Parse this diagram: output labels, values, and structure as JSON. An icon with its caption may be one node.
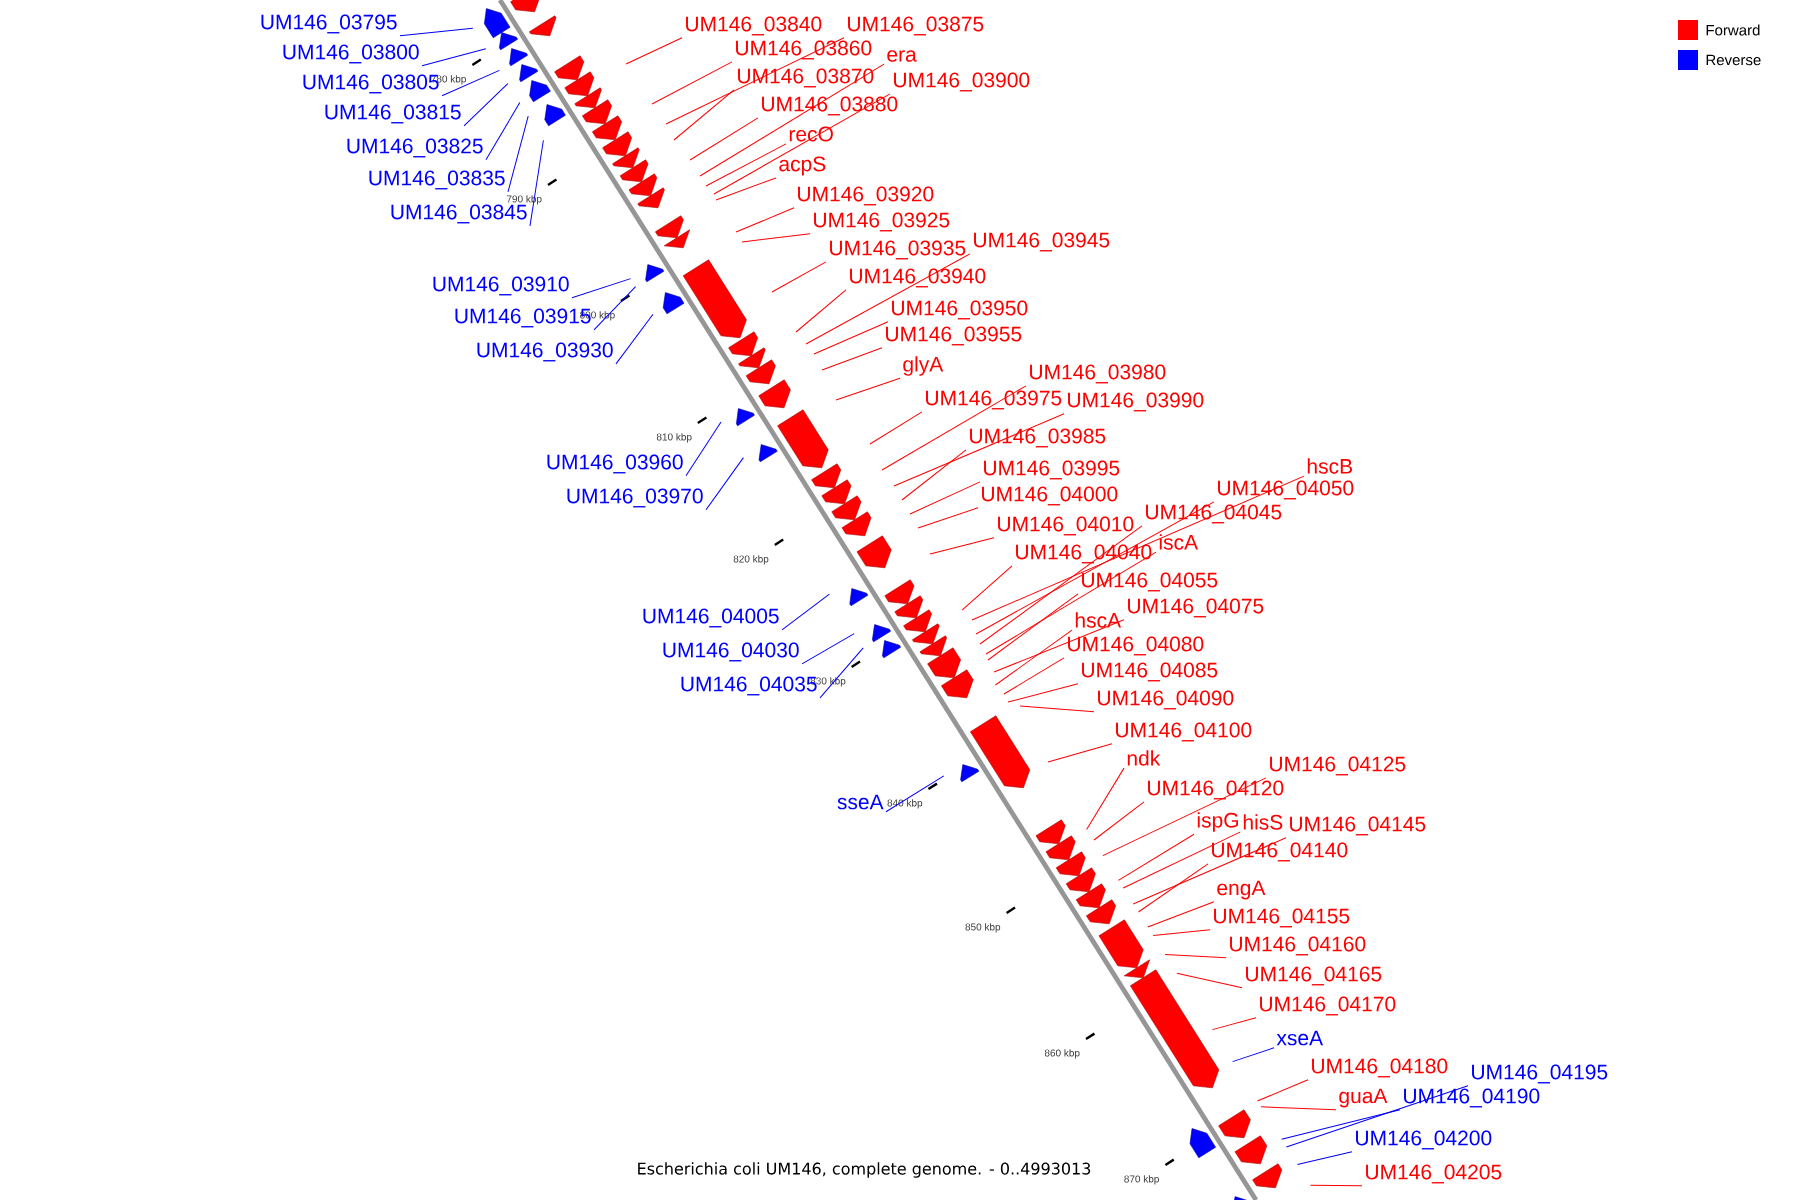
{
  "diagram": {
    "caption": "Escherichia coli UM146, complete genome. - 0..4993013",
    "nodes": [
      {
        "text": [
          "UM146_03795"
        ]
      },
      {
        "text": [
          "UM146_03840"
        ]
      },
      {
        "text": [
          "UM146_03875"
        ]
      },
      {
        "text": [
          "UM146_03860"
        ]
      },
      {
        "text": [
          "UM146_03800"
        ]
      },
      {
        "text": [
          "era"
        ]
      },
      {
        "text": [
          "UM146_03870"
        ]
      },
      {
        "text": [
          "UM146_03900"
        ]
      },
      {
        "text": [
          "UM146_03805"
        ]
      },
      {
        "text": [
          "UM146_03880"
        ]
      },
      {
        "text": [
          "UM146_03815"
        ]
      },
      {
        "text": [
          "recO"
        ]
      },
      {
        "text": [
          "UM146_03825"
        ]
      },
      {
        "text": [
          "acpS"
        ]
      },
      {
        "text": [
          "UM146_03835"
        ]
      },
      {
        "text": [
          "UM146_03920"
        ]
      },
      {
        "text": [
          "UM146_03845"
        ]
      },
      {
        "text": [
          "UM146_03925"
        ]
      },
      {
        "text": [
          "UM146_03945"
        ]
      },
      {
        "text": [
          "UM146_03935"
        ]
      },
      {
        "text": [
          "UM146_03940"
        ]
      },
      {
        "text": [
          "UM146_03910"
        ]
      },
      {
        "text": [
          "UM146_03950"
        ]
      },
      {
        "text": [
          "UM146_03915"
        ]
      },
      {
        "text": [
          "UM146_03955"
        ]
      },
      {
        "text": [
          "UM146_03930"
        ]
      },
      {
        "text": [
          "glyA"
        ]
      },
      {
        "text": [
          "UM146_03980"
        ]
      },
      {
        "text": [
          "UM146_03975"
        ]
      },
      {
        "text": [
          "UM146_03990"
        ]
      },
      {
        "text": [
          "UM146_03985"
        ]
      },
      {
        "text": [
          "UM146_03960"
        ]
      },
      {
        "text": [
          "hscB"
        ]
      },
      {
        "text": [
          "UM146_03995"
        ]
      },
      {
        "text": [
          "UM146_04050"
        ]
      },
      {
        "text": [
          "UM146_04000"
        ]
      },
      {
        "text": [
          "UM146_03970"
        ]
      },
      {
        "text": [
          "UM146_04045"
        ]
      },
      {
        "text": [
          "UM146_04010"
        ]
      },
      {
        "text": [
          "iscA"
        ]
      },
      {
        "text": [
          "UM146_04040"
        ]
      },
      {
        "text": [
          "UM146_04055"
        ]
      },
      {
        "text": [
          "UM146_04075"
        ]
      },
      {
        "text": [
          "UM146_04005"
        ]
      },
      {
        "text": [
          "hscA"
        ]
      },
      {
        "text": [
          "UM146_04080"
        ]
      },
      {
        "text": [
          "UM146_04030"
        ]
      },
      {
        "text": [
          "UM146_04085"
        ]
      },
      {
        "text": [
          "UM146_04035"
        ]
      },
      {
        "text": [
          "UM146_04090"
        ]
      },
      {
        "text": [
          "UM146_04100"
        ]
      },
      {
        "text": [
          "ndk"
        ]
      },
      {
        "text": [
          "UM146_04125"
        ]
      },
      {
        "text": [
          "UM146_04120"
        ]
      },
      {
        "text": [
          "sseA"
        ]
      },
      {
        "text": [
          "ispG"
        ]
      },
      {
        "text": [
          "hisS"
        ]
      },
      {
        "text": [
          "UM146_04145"
        ]
      },
      {
        "text": [
          "UM146_04140"
        ]
      },
      {
        "text": [
          "engA"
        ]
      },
      {
        "text": [
          "UM146_04155"
        ]
      },
      {
        "text": [
          "UM146_04160"
        ]
      },
      {
        "text": [
          "UM146_04165"
        ]
      },
      {
        "text": [
          "UM146_04170"
        ]
      },
      {
        "text": [
          "xseA"
        ]
      },
      {
        "text": [
          "UM146_04180"
        ]
      },
      {
        "text": [
          "UM146_04195"
        ]
      },
      {
        "text": [
          "UM146_04190"
        ]
      },
      {
        "text": [
          "guaA"
        ]
      },
      {
        "text": [
          "UM146_04200"
        ]
      },
      {
        "text": [
          "UM146_04205"
        ]
      }
    ],
    "edges": [
      {
        "from": 0,
        "to": null,
        "arrow": "none",
        "color": "#0000ff"
      },
      {
        "from": 1,
        "to": null,
        "arrow": "none"
      },
      {
        "from": 2,
        "to": null,
        "arrow": "none"
      },
      {
        "from": 3,
        "to": null,
        "arrow": "none"
      },
      {
        "from": 4,
        "to": null,
        "arrow": "none",
        "color": "#0000ff"
      },
      {
        "from": 5,
        "to": null,
        "arrow": "none"
      },
      {
        "from": 6,
        "to": null,
        "arrow": "none"
      },
      {
        "from": 7,
        "to": null,
        "arrow": "none"
      },
      {
        "from": 8,
        "to": null,
        "arrow": "none",
        "color": "#0000ff"
      },
      {
        "from": 9,
        "to": null,
        "arrow": "none"
      },
      {
        "from": 10,
        "to": null,
        "arrow": "none",
        "color": "#0000ff"
      },
      {
        "from": 11,
        "to": null,
        "arrow": "none"
      },
      {
        "from": 12,
        "to": null,
        "arrow": "none",
        "color": "#0000ff"
      },
      {
        "from": 13,
        "to": null,
        "arrow": "none"
      },
      {
        "from": 14,
        "to": null,
        "arrow": "none",
        "color": "#0000ff"
      },
      {
        "from": 15,
        "to": null,
        "arrow": "none"
      },
      {
        "from": 16,
        "to": null,
        "arrow": "none",
        "color": "#0000ff"
      },
      {
        "from": 17,
        "to": null,
        "arrow": "none"
      },
      {
        "from": 18,
        "to": null,
        "arrow": "none"
      },
      {
        "from": 19,
        "to": null,
        "arrow": "none"
      },
      {
        "from": 20,
        "to": null,
        "arrow": "none"
      },
      {
        "from": 21,
        "to": null,
        "arrow": "none",
        "color": "#0000ff"
      },
      {
        "from": 22,
        "to": null,
        "arrow": "none"
      },
      {
        "from": 23,
        "to": null,
        "arrow": "none",
        "color": "#0000ff"
      },
      {
        "from": 24,
        "to": null,
        "arrow": "none"
      },
      {
        "from": 25,
        "to": null,
        "arrow": "none",
        "color": "#0000ff"
      },
      {
        "from": 26,
        "to": null,
        "arrow": "none"
      },
      {
        "from": 27,
        "to": null,
        "arrow": "none"
      },
      {
        "from": 28,
        "to": null,
        "arrow": "none"
      },
      {
        "from": 29,
        "to": null,
        "arrow": "none"
      },
      {
        "from": 30,
        "to": null,
        "arrow": "none"
      },
      {
        "from": 31,
        "to": null,
        "arrow": "none",
        "color": "#0000ff"
      },
      {
        "from": 32,
        "to": null,
        "arrow": "none"
      },
      {
        "from": 33,
        "to": null,
        "arrow": "none"
      },
      {
        "from": 34,
        "to": null,
        "arrow": "none"
      },
      {
        "from": 35,
        "to": null,
        "arrow": "none"
      },
      {
        "from": 36,
        "to": null,
        "arrow": "none",
        "color": "#0000ff"
      },
      {
        "from": 37,
        "to": null,
        "arrow": "none"
      },
      {
        "from": 38,
        "to": null,
        "arrow": "none"
      },
      {
        "from": 39,
        "to": null,
        "arrow": "none"
      },
      {
        "from": 40,
        "to": null,
        "arrow": "none"
      },
      {
        "from": 41,
        "to": null,
        "arrow": "none"
      },
      {
        "from": 42,
        "to": null,
        "arrow": "none"
      },
      {
        "from": 43,
        "to": null,
        "arrow": "none",
        "color": "#0000ff"
      },
      {
        "from": 44,
        "to": null,
        "arrow": "none"
      },
      {
        "from": 45,
        "to": null,
        "arrow": "none"
      },
      {
        "from": 46,
        "to": null,
        "arrow": "none",
        "color": "#0000ff"
      },
      {
        "from": 47,
        "to": null,
        "arrow": "none"
      },
      {
        "from": 48,
        "to": null,
        "arrow": "none",
        "color": "#0000ff"
      },
      {
        "from": 49,
        "to": null,
        "arrow": "none"
      },
      {
        "from": 50,
        "to": null,
        "arrow": "none"
      },
      {
        "from": 51,
        "to": null,
        "arrow": "none"
      },
      {
        "from": 52,
        "to": null,
        "arrow": "none"
      },
      {
        "from": 53,
        "to": null,
        "arrow": "none"
      },
      {
        "from": 54,
        "to": null,
        "arrow": "none",
        "color": "#0000ff"
      },
      {
        "from": 55,
        "to": null,
        "arrow": "none"
      },
      {
        "from": 56,
        "to": null,
        "arrow": "none"
      },
      {
        "from": 57,
        "to": null,
        "arrow": "none"
      },
      {
        "from": 58,
        "to": null,
        "arrow": "none"
      },
      {
        "from": 59,
        "to": null,
        "arrow": "none"
      },
      {
        "from": 60,
        "to": null,
        "arrow": "none"
      },
      {
        "from": 61,
        "to": null,
        "arrow": "none"
      },
      {
        "from": 62,
        "to": null,
        "arrow": "none"
      },
      {
        "from": 63,
        "to": null,
        "arrow": "none"
      },
      {
        "from": 64,
        "to": null,
        "arrow": "none",
        "color": "#0000ff"
      },
      {
        "from": 65,
        "to": null,
        "arrow": "none"
      },
      {
        "from": 66,
        "to": null,
        "arrow": "none",
        "color": "#0000ff"
      },
      {
        "from": 67,
        "to": null,
        "arrow": "none",
        "color": "#0000ff"
      },
      {
        "from": 68,
        "to": null,
        "arrow": "none"
      },
      {
        "from": 69,
        "to": null,
        "arrow": "none",
        "color": "#0000ff"
      },
      {
        "from": 70,
        "to": null,
        "arrow": "none"
      }
    ],
    "labels": [
      "780 kbp",
      "790 kbp",
      "800 kbp",
      "810 kbp",
      "820 kbp",
      "830 kbp",
      "840 kbp",
      "850 kbp",
      "860 kbp",
      "870 kbp"
    ],
    "legend": [
      {
        "text": "Forward",
        "color": "#ff0000"
      },
      {
        "text": "Reverse",
        "color": "#0000ff"
      }
    ]
  }
}
